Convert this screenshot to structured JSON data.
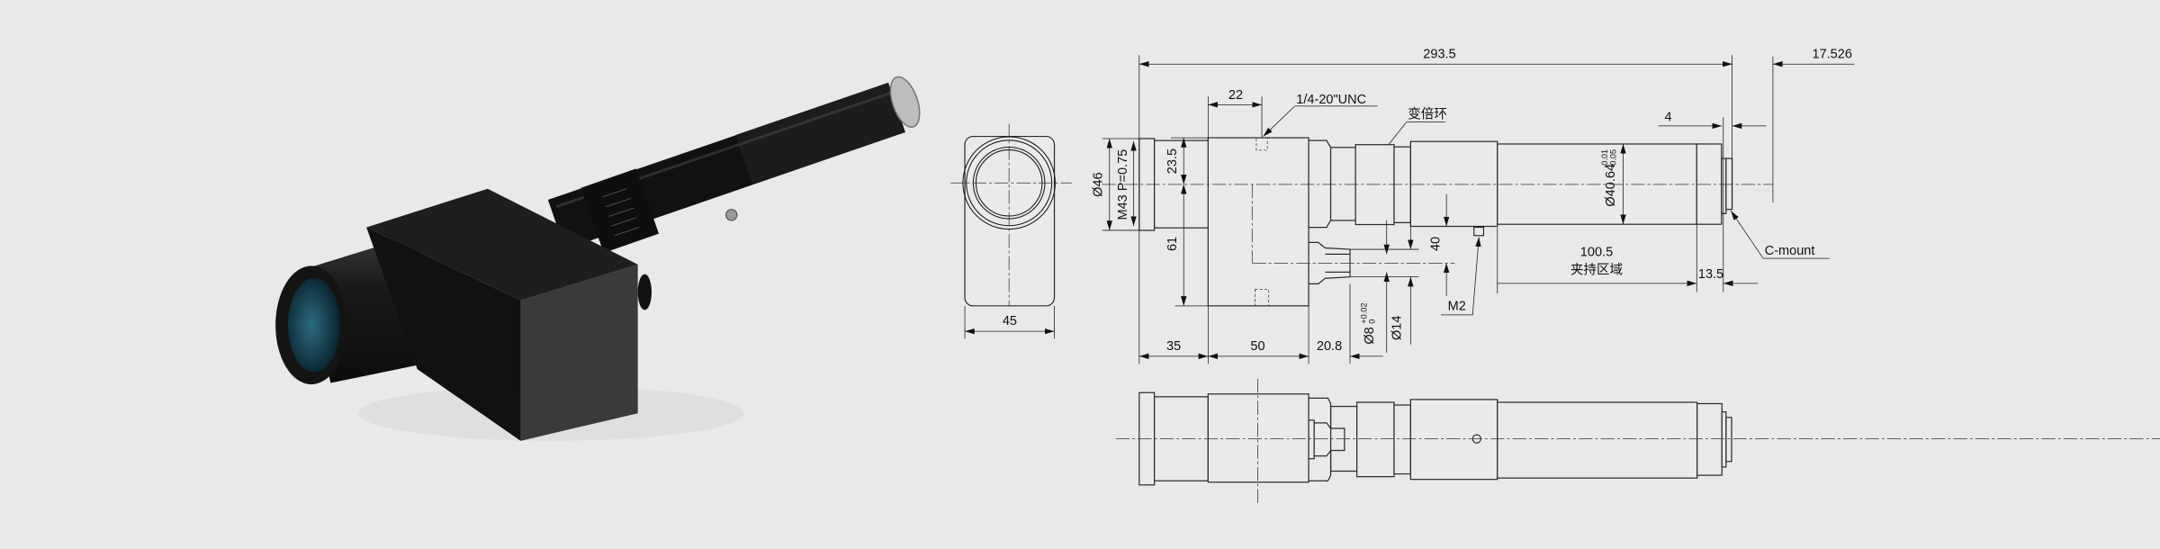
{
  "drawing": {
    "overall_length": "293.5",
    "flange_distance": "17.526",
    "mount_offset": "4",
    "screw_spacing": "22",
    "mount_thread": "1/4-20\"UNC",
    "zoom_ring": "变倍环",
    "upper_height": "23.5",
    "lower_height": "61",
    "front_diameter": "Ø46",
    "front_thread": "M43 P=0.75",
    "front_width": "45",
    "front_tube_length": "35",
    "block_length": "50",
    "port_length": "20.8",
    "port_bore": "Ø8",
    "port_bore_tol_upper": "+0.02",
    "port_bore_tol_lower": "0",
    "port_diameter": "Ø14",
    "port_offset": "40",
    "pin_thread": "M2",
    "tube_diameter": "Ø40.64",
    "tube_tol_upper": "-0.01",
    "tube_tol_lower": "-0.05",
    "clamp_length": "100.5",
    "clamp_label": "夹持区域",
    "rear_length": "13.5",
    "mount_type": "C-mount"
  },
  "colors": {
    "background": "#e9e9e9",
    "line": "#1a1a1a",
    "lens_glass": "#1f4a5c"
  }
}
